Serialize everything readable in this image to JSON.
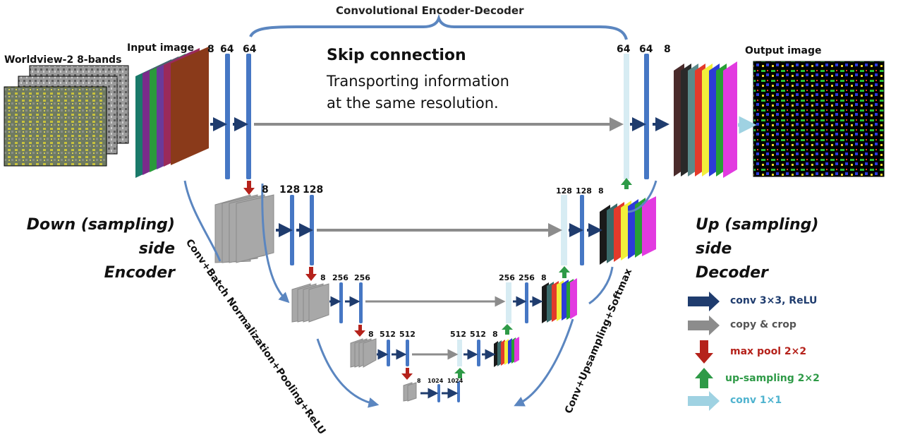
{
  "title": "Convolutional Encoder-Decoder",
  "input_source_label": "Worldview-2 8-bands",
  "input_label": "Input image",
  "output_label": "Output image",
  "skip": {
    "heading": "Skip connection",
    "line1": "Transporting information",
    "line2": "at the same resolution."
  },
  "down_side": [
    "Down (sampling)",
    "side",
    "Encoder"
  ],
  "up_side": [
    "Up (sampling)",
    "side",
    "Decoder"
  ],
  "encoder_path_label": "Conv+Batch Normalization+Pooling+ReLU",
  "decoder_path_label": "Conv+Upsampling+Softmax",
  "levels": {
    "l1_left": [
      "8",
      "64",
      "64"
    ],
    "l1_right": [
      "64",
      "64",
      "8"
    ],
    "l2_left": [
      "8",
      "128",
      "128"
    ],
    "l2_right": [
      "128",
      "128",
      "8"
    ],
    "l3_left": [
      "8",
      "256",
      "256"
    ],
    "l3_right": [
      "256",
      "256",
      "8"
    ],
    "l4_left": [
      "8",
      "512",
      "512"
    ],
    "l4_right": [
      "512",
      "512",
      "8"
    ],
    "l5": [
      "8",
      "1024",
      "1024"
    ]
  },
  "legend": [
    {
      "label": "conv 3×3, ReLU",
      "color": "#1f3c6e",
      "icon": "arrow-right-icon"
    },
    {
      "label": "copy & crop",
      "color": "#707070",
      "icon": "arrow-right-icon"
    },
    {
      "label": "max pool 2×2",
      "color": "#b5221b",
      "icon": "arrow-down-icon"
    },
    {
      "label": "up-sampling 2×2",
      "color": "#2e9a47",
      "icon": "arrow-up-icon"
    },
    {
      "label": "conv 1×1",
      "color": "#4fb3cf",
      "icon": "arrow-right-icon"
    }
  ],
  "colors": {
    "conv_bar": "#4677c4",
    "conv_arrow": "#1f3c6e",
    "copy": "#8c8c8c",
    "pool": "#b5221b",
    "up": "#2e9a47",
    "conv1": "#9fd2e2",
    "curve": "#5b86c0",
    "feature": "#9a9a9a"
  }
}
